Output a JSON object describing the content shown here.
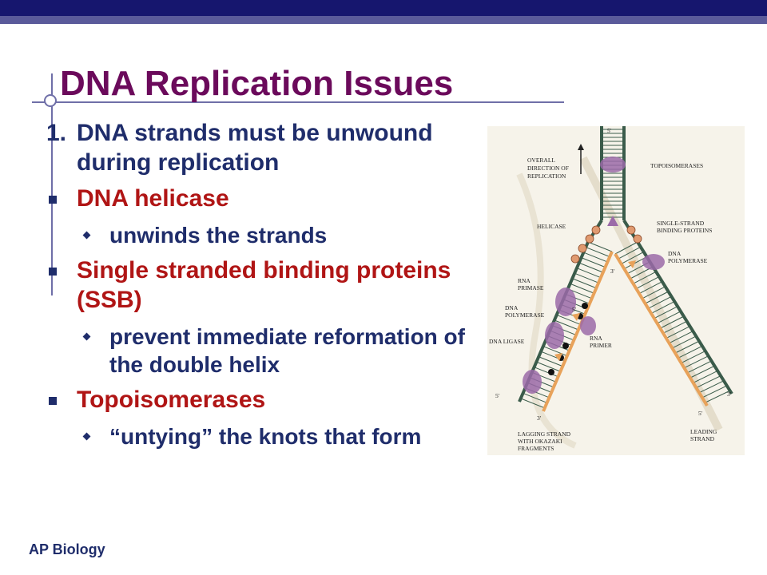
{
  "slide": {
    "title": "DNA Replication Issues",
    "footer": "AP Biology"
  },
  "content": {
    "point1_number": "1.",
    "point1_text": "DNA strands must be unwound during replication",
    "items": [
      {
        "heading": "DNA helicase",
        "subs": [
          "unwinds the strands"
        ]
      },
      {
        "heading": "Single stranded binding proteins (SSB)",
        "subs": [
          "prevent immediate reformation of the double helix"
        ]
      },
      {
        "heading": "Topoisomerases",
        "subs": [
          "“untying” the knots that form"
        ]
      }
    ]
  },
  "figure": {
    "labels": {
      "overall_direction": [
        "OVERALL",
        "DIRECTION OF",
        "REPLICATION"
      ],
      "topoisomerases": "TOPOISOMERASES",
      "helicase": "HELICASE",
      "ssb": [
        "SINGLE-STRAND",
        "BINDING PROTEINS"
      ],
      "dna_polymerase_right": [
        "DNA",
        "POLYMERASE"
      ],
      "rna_primase": [
        "RNA",
        "PRIMASE"
      ],
      "dna_polymerase_left": [
        "DNA",
        "POLYMERASE"
      ],
      "dna_ligase": "DNA LIGASE",
      "rna_primer": [
        "RNA",
        "PRIMER"
      ],
      "lagging": [
        "LAGGING STRAND",
        "WITH OKAZAKI",
        "FRAGMENTS"
      ],
      "leading": [
        "LEADING",
        "STRAND"
      ],
      "five_prime": "5'",
      "three_prime": "3'"
    },
    "colors": {
      "strand": "#3a5b4a",
      "new_strand": "#e8a25a",
      "protein": "#9b6aa8",
      "ssb": "#e09a70"
    }
  }
}
